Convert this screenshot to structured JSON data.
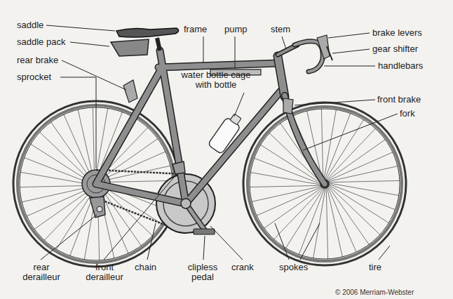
{
  "diagram": {
    "labels": [
      "saddle",
      "frame",
      "pump",
      "stem",
      "brake levers",
      "saddle pack",
      "gear shifter",
      "rear brake",
      "handlebars",
      "sprocket",
      "water bottle cage with bottle",
      "front brake",
      "fork",
      "rear derailleur",
      "front derailleur",
      "chain",
      "clipless pedal",
      "crank",
      "spokes",
      "tire",
      "© 2006 Merriam-Webster"
    ]
  }
}
